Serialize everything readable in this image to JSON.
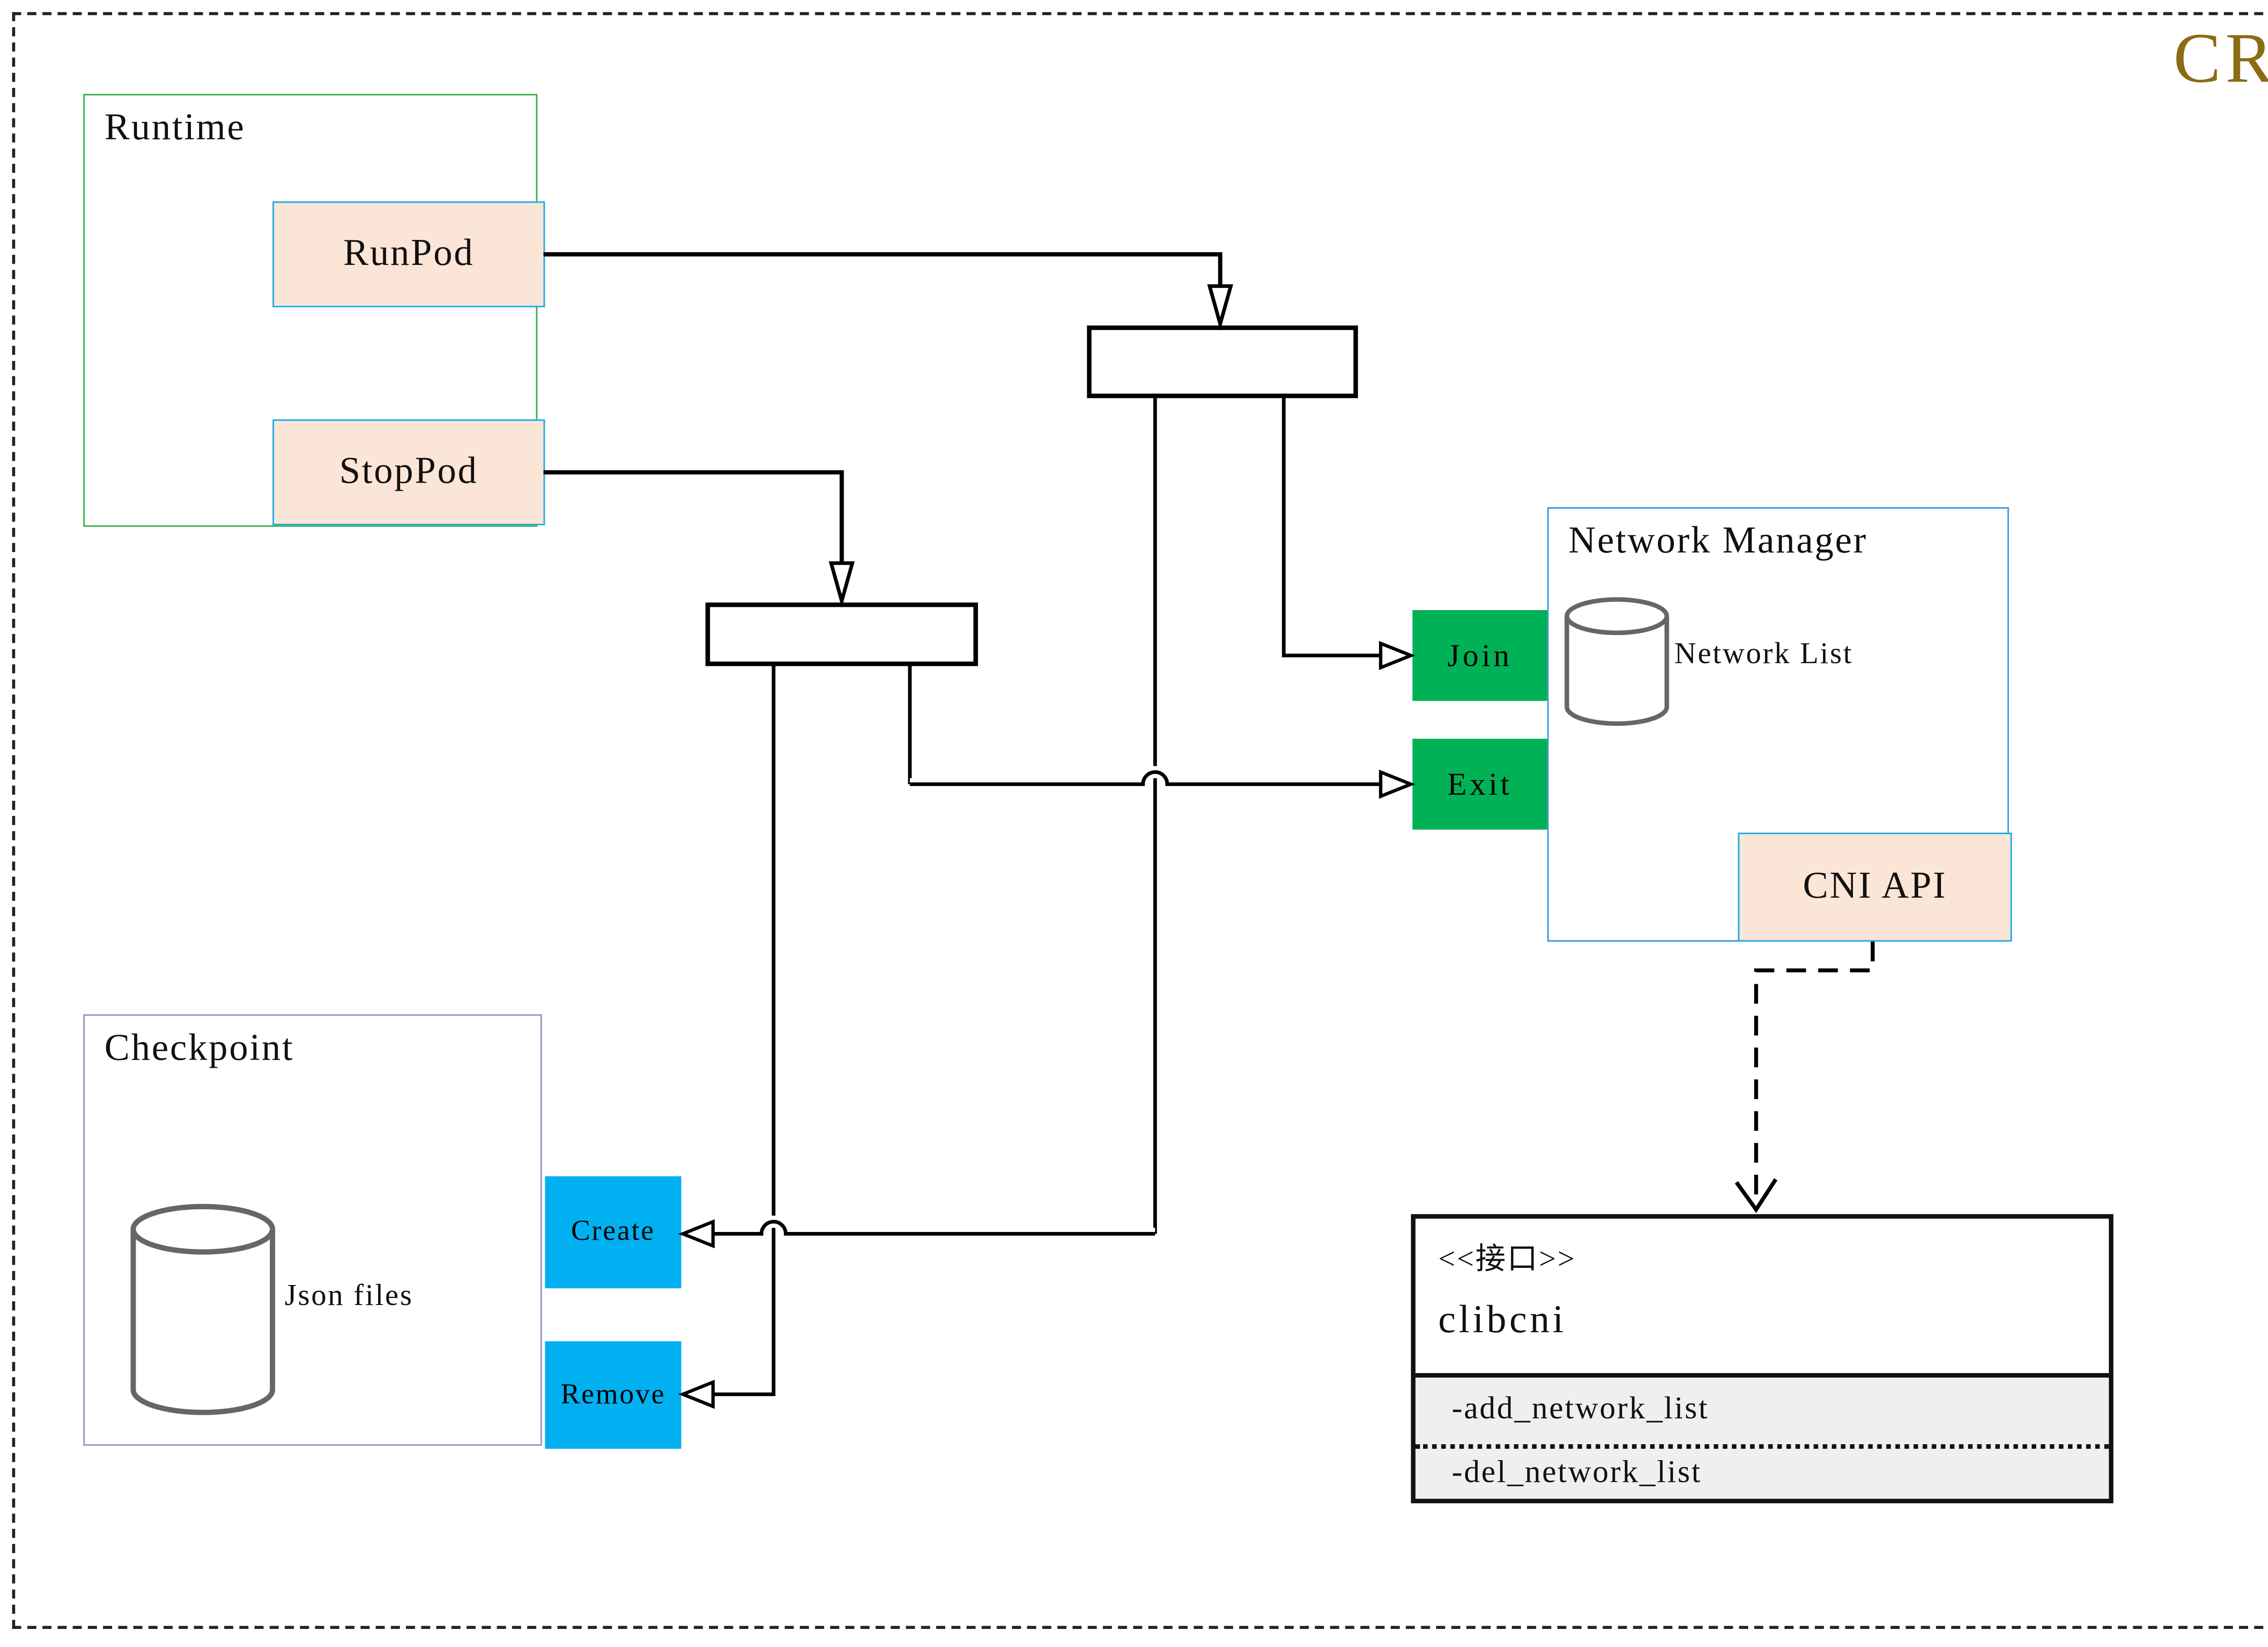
{
  "header": {
    "title": "CRI"
  },
  "runtime": {
    "title": "Runtime",
    "runpod_label": "RunPod",
    "stoppod_label": "StopPod"
  },
  "network_manager": {
    "title": "Network Manager",
    "join_label": "Join",
    "exit_label": "Exit",
    "cni_api_label": "CNI API",
    "network_list_label": "Network List"
  },
  "checkpoint": {
    "title": "Checkpoint",
    "json_files_label": "Json files",
    "create_label": "Create",
    "remove_label": "Remove"
  },
  "clibcni": {
    "stereotype": "<<接口>>",
    "name": "clibcni",
    "methods": [
      "-add_network_list",
      "-del_network_list"
    ]
  },
  "colors": {
    "cri_title": "#8b6b14",
    "runtime_border": "#3eb049",
    "network_manager_border": "#3f97e4",
    "checkpoint_border": "#9f8fc4",
    "peach_fill": "#fbe5d6",
    "peach_border": "#1aade8",
    "green_fill": "#00b255",
    "blue_fill": "#00b0f0",
    "uml_attr_bg": "#efefef",
    "cylinder_stroke": "#666666",
    "line": "#000000"
  }
}
